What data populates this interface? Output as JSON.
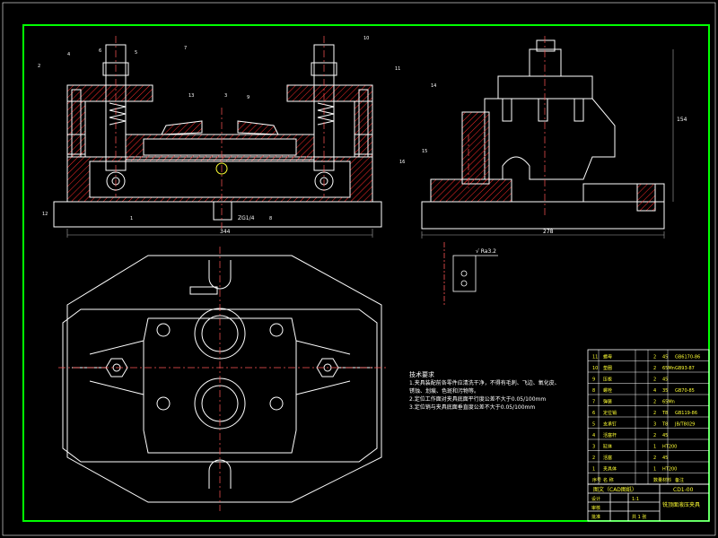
{
  "colors": {
    "frame": "#00ff00",
    "line": "#ffffff",
    "hatch": "#ff2a2a",
    "yellow": "#ffff33",
    "center": "#ff5555",
    "cyan": "#00ffff",
    "dim": "#aaaaaa"
  },
  "dims": {
    "front_width": "344",
    "side_width": "278",
    "side_height": "154",
    "thread": "ZG1/4",
    "section_dim": "√ Ra3.2"
  },
  "tech_notes": {
    "title": "技术要求",
    "lines": [
      "1.夹具装配前各零件应清洗干净，不得有毛刺、飞边、氧化皮、",
      "  锈蚀、划痕、色斑和污物等。",
      "2.定位工作面对夹具底面平行度公差不大于0.05/100mm",
      "3.定位销与夹具底面垂直度公差不大于0.05/100mm"
    ]
  },
  "bom": {
    "rows": [
      {
        "no": "11",
        "name": "螺母",
        "qty": "2",
        "mat": "45",
        "std": "GB6170-86"
      },
      {
        "no": "10",
        "name": "垫圈",
        "qty": "2",
        "mat": "65Mn",
        "std": "GB93-87"
      },
      {
        "no": "9",
        "name": "压板",
        "qty": "2",
        "mat": "45",
        "std": ""
      },
      {
        "no": "8",
        "name": "螺栓",
        "qty": "4",
        "mat": "35",
        "std": "GB70-85"
      },
      {
        "no": "7",
        "name": "弹簧",
        "qty": "2",
        "mat": "65Mn",
        "std": ""
      },
      {
        "no": "6",
        "name": "定位销",
        "qty": "2",
        "mat": "T8",
        "std": "GB119-86"
      },
      {
        "no": "5",
        "name": "支承钉",
        "qty": "3",
        "mat": "T8",
        "std": "JB/T8029"
      },
      {
        "no": "4",
        "name": "活塞杆",
        "qty": "2",
        "mat": "45",
        "std": ""
      },
      {
        "no": "3",
        "name": "缸体",
        "qty": "1",
        "mat": "HT200",
        "std": ""
      },
      {
        "no": "2",
        "name": "活塞",
        "qty": "2",
        "mat": "45",
        "std": ""
      },
      {
        "no": "1",
        "name": "夹具体",
        "qty": "1",
        "mat": "HT200",
        "std": ""
      }
    ],
    "header": {
      "no": "序号",
      "name": "名 称",
      "qty": "数量",
      "mat": "材料",
      "std": "备注"
    }
  },
  "title_block": {
    "org": "图文（CAD图纸）",
    "drawing_no": "CD1-00",
    "name": "铣顶面液压夹具",
    "designer": "设计",
    "checker": "审核",
    "approver": "批准",
    "scale": "1:1",
    "sheet": "共 1 张"
  },
  "leaders": [
    "1",
    "2",
    "3",
    "4",
    "5",
    "6",
    "7",
    "8",
    "9",
    "10",
    "11",
    "12",
    "13",
    "14",
    "15",
    "16"
  ]
}
